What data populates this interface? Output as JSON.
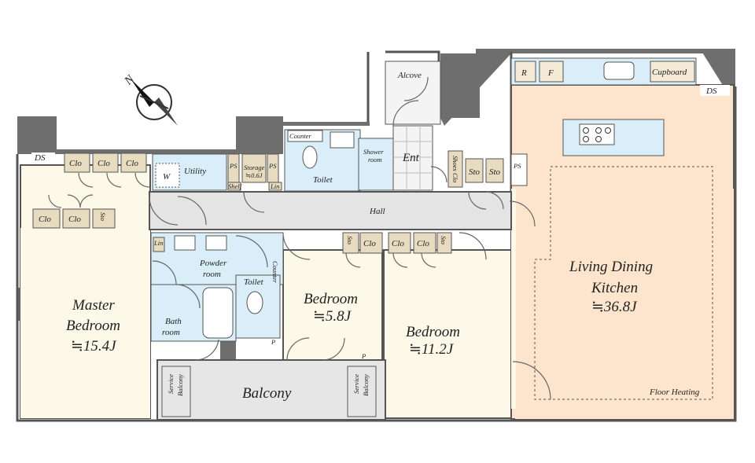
{
  "compass": {
    "label": "N"
  },
  "rooms": {
    "master_bedroom": {
      "line1": "Master",
      "line2": "Bedroom",
      "area": "≒15.4J"
    },
    "bedroom_small": {
      "name": "Bedroom",
      "area": "≒5.8J"
    },
    "bedroom_large": {
      "name": "Bedroom",
      "area": "≒11.2J"
    },
    "ldk": {
      "line1": "Living Dining",
      "line2": "Kitchen",
      "area": "≒36.8J"
    },
    "balcony": "Balcony",
    "hall": "Hall",
    "entrance": "Ent",
    "alcove": "Alcove",
    "utility": "Utility",
    "washer": "W",
    "toilet_upper": "Toilet",
    "toilet_lower": "Toilet",
    "counter_upper": "Counter",
    "counter_lower": "Counter",
    "shower": {
      "line1": "Shower",
      "line2": "room"
    },
    "powder": {
      "line1": "Powder",
      "line2": "room"
    },
    "bath": {
      "line1": "Bath",
      "line2": "room"
    },
    "service_balcony_left": {
      "line1": "Service",
      "line2": "Balcony"
    },
    "service_balcony_right": {
      "line1": "Service",
      "line2": "Balcony"
    },
    "floor_heating": "Floor Heating"
  },
  "storage": {
    "clo": "Clo",
    "sto": "Sto",
    "ps": "PS",
    "ds": "DS",
    "shelf": "Shelf",
    "lin": "Lin",
    "storage_unit": {
      "line1": "Storage",
      "line2": "≒0.6J"
    },
    "shoe_clo": "Shoes Clo",
    "fridge": "R",
    "freezer": "F",
    "cupboard": "Cupboard",
    "pipe_p": "P"
  }
}
